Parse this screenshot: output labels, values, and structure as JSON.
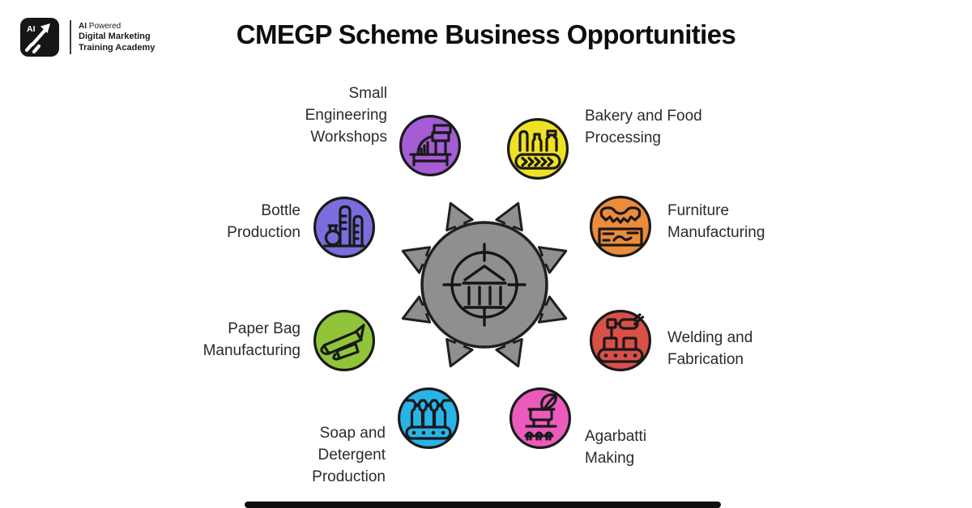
{
  "page": {
    "title": "CMEGP Scheme Business Opportunities",
    "background": "#ffffff"
  },
  "brand": {
    "logo_monogram": "AI",
    "logo_icon": "growth-arrow-icon",
    "tagline_bold": "AI",
    "tagline_rest": " Powered",
    "name_line1": "Digital Marketing",
    "name_line2": "Training Academy"
  },
  "hub": {
    "icon": "bank-target-icon",
    "fill_color": "#8f8f8f",
    "outline_color": "#1f1f1f",
    "arrow_count": 8
  },
  "items": [
    {
      "id": "small-engineering-workshops",
      "label": "Small\nEngineering\nWorkshops",
      "color": "#a55cd5",
      "icon": "engineering-workshop-icon"
    },
    {
      "id": "bakery-and-food-processing",
      "label": "Bakery and Food\nProcessing",
      "color": "#f0e125",
      "icon": "bakery-conveyor-icon"
    },
    {
      "id": "bottle-production",
      "label": "Bottle\nProduction",
      "color": "#7a6edd",
      "icon": "bottle-plant-icon"
    },
    {
      "id": "furniture-manufacturing",
      "label": "Furniture\nManufacturing",
      "color": "#ec8c3a",
      "icon": "furniture-carving-icon"
    },
    {
      "id": "paper-bag-manufacturing",
      "label": "Paper Bag\nManufacturing",
      "color": "#90c53a",
      "icon": "paper-bag-icon"
    },
    {
      "id": "welding-and-fabrication",
      "label": "Welding and\nFabrication",
      "color": "#d95048",
      "icon": "welding-robot-icon"
    },
    {
      "id": "soap-and-detergent-production",
      "label": "Soap and\nDetergent\nProduction",
      "color": "#29b4e8",
      "icon": "soap-filling-icon"
    },
    {
      "id": "agarbatti-making",
      "label": "Agarbatti\nMaking",
      "color": "#ec5bbc",
      "icon": "agarbatti-machine-icon"
    }
  ],
  "footer": {
    "bar_color": "#101010"
  }
}
